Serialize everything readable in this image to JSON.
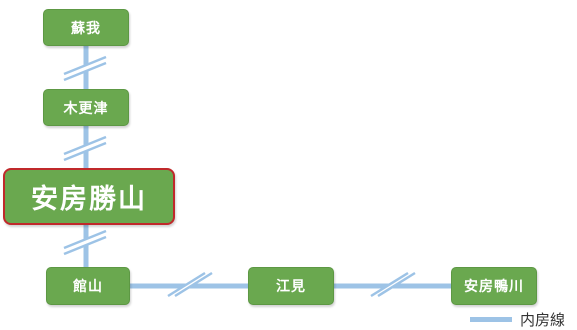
{
  "line_color": "#9dc3e6",
  "station_color": "#6aa84f",
  "highlight_border_color": "#c0292b",
  "stations": {
    "soga": "蘇我",
    "kisarazu": "木更津",
    "awa_katsuyama": "安房勝山",
    "tateyama": "館山",
    "emi": "江見",
    "awa_kamogawa": "安房鴨川"
  },
  "legend": {
    "line_label": "内房線"
  }
}
